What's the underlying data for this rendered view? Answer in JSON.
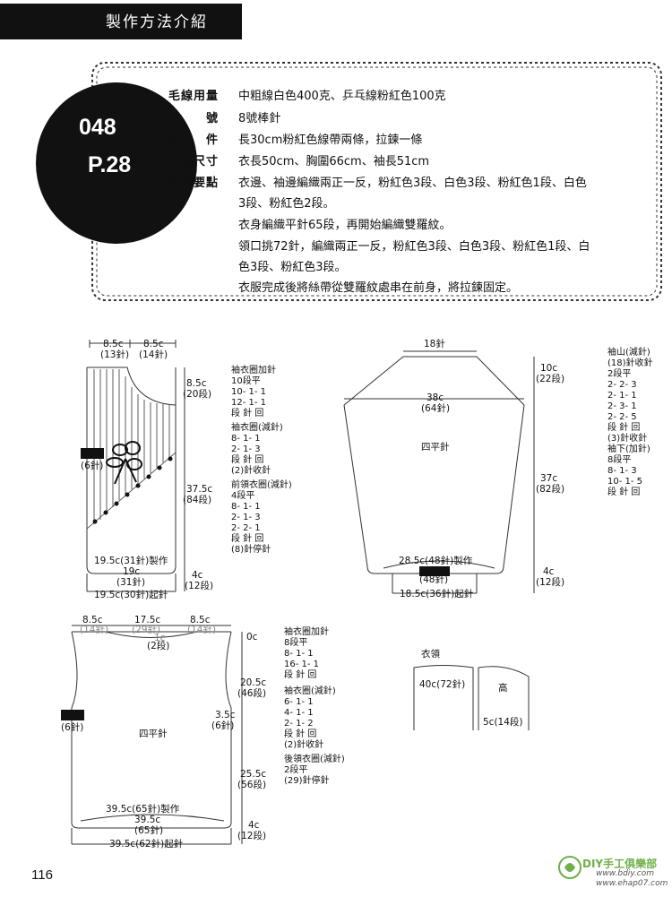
{
  "header": {
    "title": "製作方法介紹"
  },
  "badge": {
    "number": "048",
    "page": "P.28"
  },
  "info": [
    {
      "label": "毛線用量",
      "value": "中粗線白色400克、乒乓線粉紅色100克"
    },
    {
      "label": "針　　號",
      "value": "8號棒針"
    },
    {
      "label": "附　　件",
      "value": "長30cm粉紅色線帶兩條，拉鍊一條"
    },
    {
      "label": "成品尺寸",
      "value": "衣長50cm、胸圍66cm、袖長51cm"
    },
    {
      "label": "編織要點",
      "value": "衣邊、袖邊編織兩正一反，粉紅色3段、白色3段、粉紅色1段、白色"
    }
  ],
  "info_cont": [
    "3段、粉紅色2段。",
    "衣身編織平針65段，再開始編織雙羅紋。",
    "領口挑72針，編織兩正一反，粉紅色3段、白色3段、粉紅色1段、白",
    "色3段、粉紅色3段。",
    "衣服完成後將絲帶從雙羅紋處串在前身，將拉鍊固定。"
  ],
  "front": {
    "top_left": "8.5c",
    "top_left_st": "(13針)",
    "top_mid": "8.5c",
    "top_mid_st": "(14針)",
    "right_top": "8.5c",
    "right_top_r": "(20段)",
    "right_mid": "37.5c",
    "right_mid_r": "(84段)",
    "right_bot": "4c",
    "right_bot_r": "(12段)",
    "left_mark": "(6針)",
    "bot1": "19.5c(31針)製作",
    "bot2": "19c",
    "bot3": "(31針)",
    "bot4": "19.5c(30針)起針",
    "note_a": [
      "袖衣圈加針",
      "10段平",
      "10-  1-   1",
      "12-  1-   1",
      "段   針   回"
    ],
    "note_b": [
      "袖衣圈(減針)",
      "8-   1-   1",
      "2-   1-   3",
      "段   針   回",
      "(2)針收針"
    ],
    "note_c": [
      "前領衣圈(減針)",
      "4段平",
      "8-   1-   1",
      "2-   1-   3",
      "2-   2-   1",
      "段   針   回",
      "(8)針停針"
    ]
  },
  "sleeve": {
    "top": "18針",
    "mid1": "38c",
    "mid2": "(64針)",
    "center": "四平針",
    "right1": "10c",
    "right1_r": "(22段)",
    "right2": "37c",
    "right2_r": "(82段)",
    "right3": "4c",
    "right3_r": "(12段)",
    "bot1": "28.5c(48針)製作",
    "bot2": "(48針)",
    "bot3": "18.5c(36針)起針",
    "note_a": [
      "袖山(減針)",
      "(18)針收針",
      "2段平",
      "2-   2-   3",
      "2-   1-   1",
      "2-   3-   1",
      "2-   2-   5",
      "段   針   回",
      "(3)針收針"
    ],
    "note_b": [
      "袖下(加針)",
      "8段平",
      "8-   1-   3",
      "10-  1-   5",
      "段   針   回"
    ]
  },
  "back": {
    "top1": "8.5c",
    "top1_st": "(14針)",
    "top2": "17.5c",
    "top2_st": "(29針)",
    "top3": "8.5c",
    "top3_st": "(14針)",
    "neck1": "1c",
    "neck2": "(2段)",
    "r0": "0c",
    "r1": "20.5c",
    "r1_r": "(46段)",
    "r2": "25.5c",
    "r2_r": "(56段)",
    "r3": "4c",
    "r3_r": "(12段)",
    "side": "3.5c",
    "side_st": "(6針)",
    "left_mark": "(6針)",
    "center": "四平針",
    "bot1": "39.5c(65針)製作",
    "bot2": "39.5c",
    "bot3": "(65針)",
    "bot4": "39.5c(62針)起針",
    "note_a": [
      "袖衣圈加針",
      "8段平",
      "8-   1-   1",
      "16-  1-   1",
      "段   針   回"
    ],
    "note_b": [
      "袖衣圈(減針)",
      "6-   1-   1",
      "4-   1-   1",
      "2-   1-   2",
      "段   針   回",
      "(2)針收針"
    ],
    "note_c": [
      "後領衣圈(減針)",
      "2段平",
      "(29)針停針"
    ]
  },
  "collar": {
    "title": "衣領",
    "left": "40c(72針)",
    "right_top": "高",
    "right_bot": "5c(14段)"
  },
  "footer": {
    "page": "116",
    "logo": "DIY手工俱樂部",
    "url1": "www.bdiy.com",
    "url2": "www.ehap07.com"
  }
}
